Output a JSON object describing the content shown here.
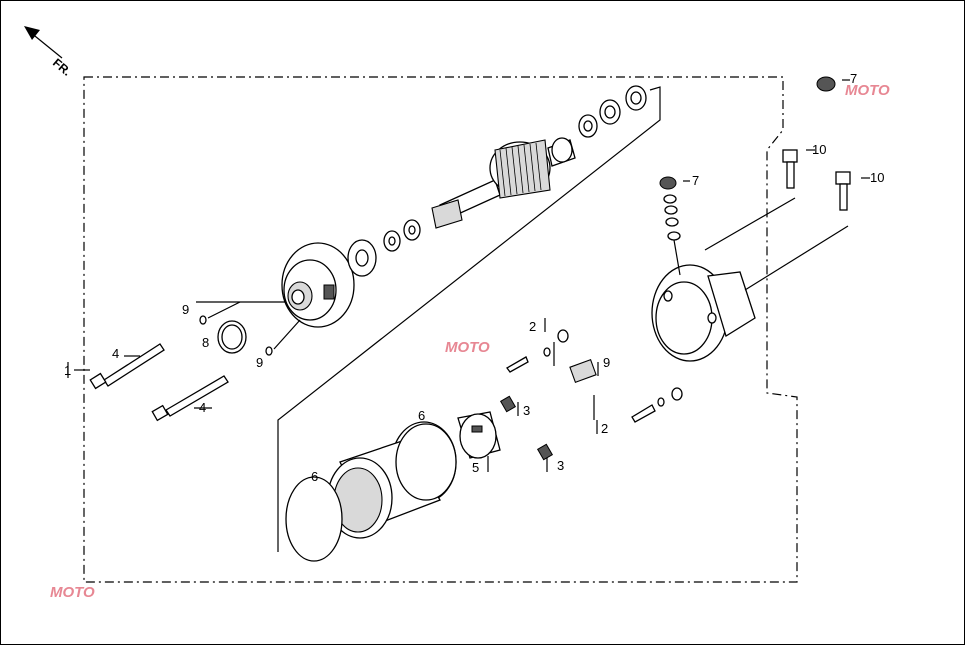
{
  "direction": {
    "label": "FR."
  },
  "callouts": [
    {
      "id": "c1",
      "text": "1"
    },
    {
      "id": "c2a",
      "text": "2"
    },
    {
      "id": "c2b",
      "text": "2"
    },
    {
      "id": "c3a",
      "text": "3"
    },
    {
      "id": "c3b",
      "text": "3"
    },
    {
      "id": "c4a",
      "text": "4"
    },
    {
      "id": "c4b",
      "text": "4"
    },
    {
      "id": "c5",
      "text": "5"
    },
    {
      "id": "c6a",
      "text": "6"
    },
    {
      "id": "c6b",
      "text": "6"
    },
    {
      "id": "c7a",
      "text": "7"
    },
    {
      "id": "c7b",
      "text": "7"
    },
    {
      "id": "c8",
      "text": "8"
    },
    {
      "id": "c9a",
      "text": "9"
    },
    {
      "id": "c9b",
      "text": "9"
    },
    {
      "id": "c9c",
      "text": "9"
    },
    {
      "id": "c10a",
      "text": "10"
    },
    {
      "id": "c10b",
      "text": "10"
    }
  ],
  "watermark": {
    "text": "MOTO",
    "colors": [
      "#e06070",
      "#7080c0"
    ]
  }
}
